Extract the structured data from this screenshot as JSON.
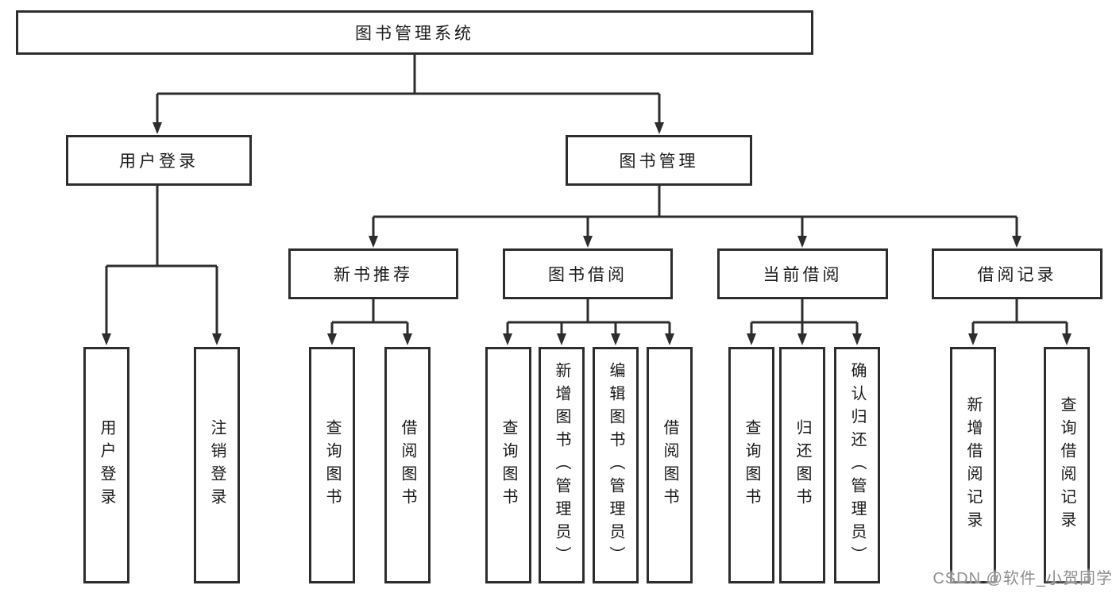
{
  "diagram_title": "图书管理系统",
  "tree": {
    "root": "图书管理系统",
    "children": [
      {
        "label": "用户登录",
        "children": [
          "用户登录",
          "注销登录"
        ]
      },
      {
        "label": "图书管理",
        "children": [
          {
            "label": "新书推荐",
            "children": [
              "查询图书",
              "借阅图书"
            ]
          },
          {
            "label": "图书借阅",
            "children": [
              "查询图书",
              "新增图书（管理员）",
              "编辑图书（管理员）",
              "借阅图书"
            ]
          },
          {
            "label": "当前借阅",
            "children": [
              "查询图书",
              "归还图书",
              "确认归还（管理员）"
            ]
          },
          {
            "label": "借阅记录",
            "children": [
              "新增借阅记录",
              "查询借阅记录"
            ]
          }
        ]
      }
    ]
  },
  "watermark": "CSDN @软件_小贺同学",
  "colors": {
    "line": "#2d2d2d",
    "box_fill": "#ffffff",
    "text": "#1a1a1a",
    "watermark": "#8f8f8f"
  }
}
